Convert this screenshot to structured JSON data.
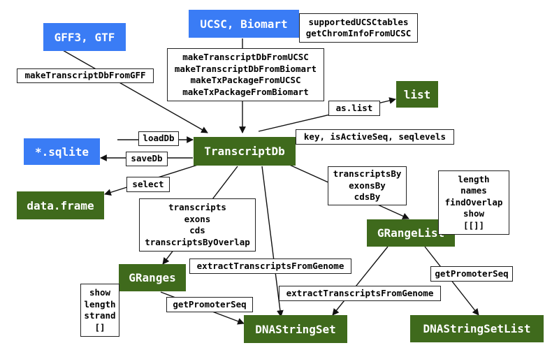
{
  "nodes": {
    "gff": "GFF3, GTF",
    "ucsc": "UCSC, Biomart",
    "sqlite": "*.sqlite",
    "txdb": "TranscriptDb",
    "list": "list",
    "dataframe": "data.frame",
    "grangelist": "GRangeList",
    "granges": "GRanges",
    "dnastringset": "DNAStringSet",
    "dnastringsetlist": "DNAStringSetList"
  },
  "labels": {
    "supported_ucsc": [
      "supportedUCSCtables",
      "getChromInfoFromUCSC"
    ],
    "make_from_gff": "makeTranscriptDbFromGFF",
    "make_from_ucsc": [
      "makeTranscriptDbFromUCSC",
      "makeTranscriptDbFromBiomart",
      "makeTxPackageFromUCSC",
      "makeTxPackageFromBiomart"
    ],
    "as_list": "as.list",
    "load_db": "loadDb",
    "save_db": "saveDb",
    "key_accessors": "key, isActiveSeq, seqlevels",
    "select": "select",
    "transcripts_by": [
      "transcriptsBy",
      "exonsBy",
      "cdsBy"
    ],
    "grangelist_methods": [
      "length",
      "names",
      "findOverlap",
      "show",
      "[[]]"
    ],
    "transcripts": [
      "transcripts",
      "exons",
      "cds",
      "transcriptsByOverlap"
    ],
    "extract_from_txdb": "extractTranscriptsFromGenome",
    "extract_from_grangelist": "extractTranscriptsFromGenome",
    "get_promoter_grangelist": "getPromoterSeq",
    "granges_methods": [
      "show",
      "length",
      "strand",
      "[]"
    ],
    "get_promoter_granges": "getPromoterSeq"
  }
}
